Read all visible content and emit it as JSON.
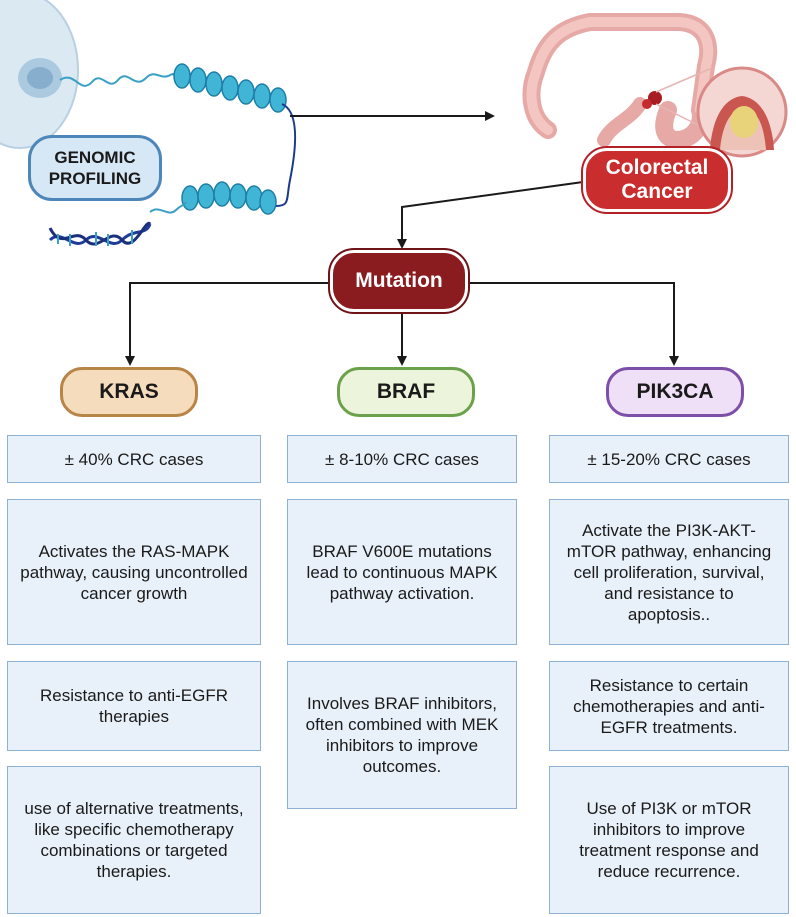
{
  "nodes": {
    "genomic_profiling": "GENOMIC\nPROFILING",
    "colorectal_cancer": "Colorectal Cancer",
    "mutation": "Mutation"
  },
  "columns": [
    {
      "gene": "KRAS",
      "prevalence": "± 40% CRC cases",
      "mechanism": "Activates the RAS-MAPK pathway, causing uncontrolled cancer growth",
      "resistance": "Resistance to anti-EGFR therapies",
      "treatment": "use of alternative treatments, like specific chemotherapy combinations or targeted therapies."
    },
    {
      "gene": "BRAF",
      "prevalence": "± 8-10% CRC cases",
      "mechanism": "BRAF V600E mutations lead to continuous MAPK pathway activation.",
      "treatment": "Involves BRAF inhibitors, often combined with MEK inhibitors to improve outcomes."
    },
    {
      "gene": "PIK3CA",
      "prevalence": "± 15-20% CRC cases",
      "mechanism": "Activate the PI3K-AKT-mTOR pathway, enhancing cell proliferation, survival, and resistance to apoptosis..",
      "resistance": "Resistance to certain chemotherapies and anti-EGFR treatments.",
      "treatment": "Use of PI3K or mTOR inhibitors to improve treatment response and reduce recurrence."
    }
  ],
  "colors": {
    "kras": "#b78546",
    "braf": "#6aa14a",
    "pik3ca": "#7d4fa8",
    "cancer": "#c92d2e",
    "mutation": "#8a1c1f",
    "genomic": "#4d86b8"
  }
}
